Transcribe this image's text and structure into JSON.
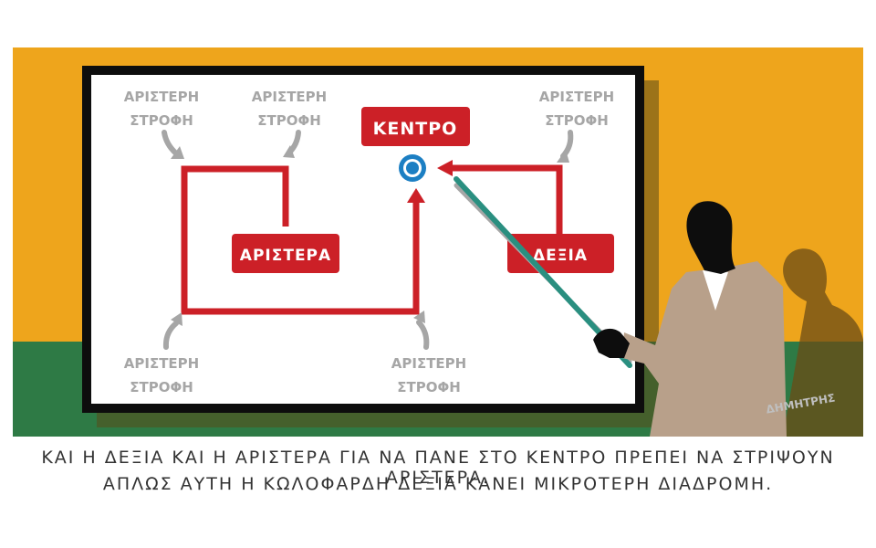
{
  "board": {
    "center_label": "ΚΕΝΤΡΟ",
    "left_label": "ΑΡΙΣΤΕΡΑ",
    "right_label": "ΔΕΞΙΑ",
    "turn_label_line1": "ΑΡΙΣΤΕΡΗ",
    "turn_label_line2": "ΣΤΡΟΦΗ"
  },
  "signature": "ΔΗΜΗΤΡΗΣ",
  "caption": {
    "line1": "ΚΑΙ Η ΔΕΞΙΑ ΚΑΙ Η ΑΡΙΣΤΕΡΑ ΓΙΑ ΝΑ ΠΑΝΕ ΣΤΟ ΚΕΝΤΡΟ ΠΡΕΠΕΙ ΝΑ ΣΤΡΙΨΟΥΝ ΑΡΙΣΤΕΡΑ.",
    "line2": "ΑΠΛΩΣ ΑΥΤΗ Η ΚΩΛΟΦΑΡΔΗ ΔΕΞΙΑ ΚΑΝΕΙ ΜΙΚΡΟΤΕΡΗ ΔΙΑΔΡΟΜΗ."
  },
  "colors": {
    "wall": "#eea51c",
    "floor": "#2e7a45",
    "board_frame": "#0d0d0d",
    "board_surface": "#ffffff",
    "route_red": "#cc2027",
    "turn_gray": "#a6a6a6",
    "target_blue": "#1c7fc3",
    "pointer_teal": "#2a8f80",
    "jacket": "#b8a08a"
  }
}
